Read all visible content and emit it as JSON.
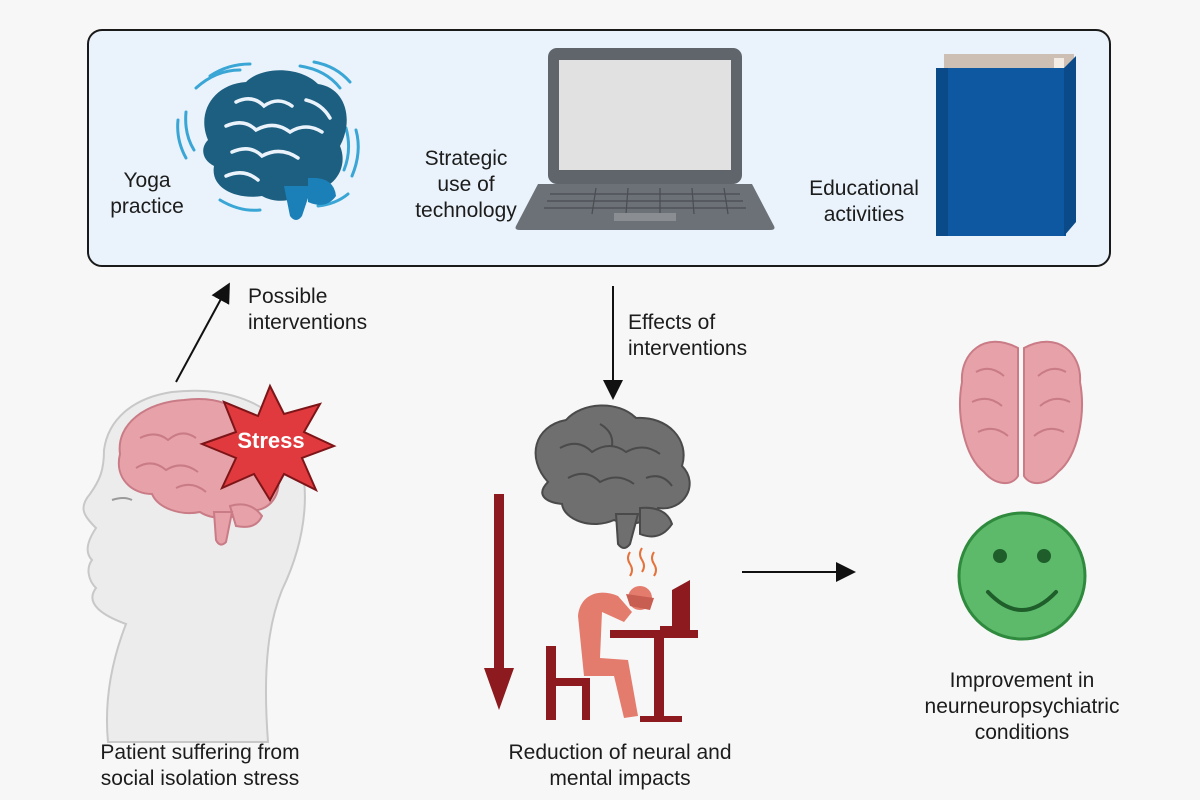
{
  "interventions_box": {
    "items": [
      {
        "label": "Yoga\npractice",
        "icon": "glowing-brain-icon",
        "color": "#1d5f80"
      },
      {
        "label": "Strategic\nuse of\ntechnology",
        "icon": "laptop-icon",
        "color": "#5b5f66"
      },
      {
        "label": "Educational\nactivities",
        "icon": "book-icon",
        "color": "#0c5aa0"
      }
    ],
    "background": "#eaf3fb",
    "border": "#1a1a1a"
  },
  "arrows": {
    "possible_interventions": "Possible\ninterventions",
    "effects_of_interventions": "Effects of\ninterventions"
  },
  "stress_badge": {
    "text": "Stress",
    "color": "#e03a3e"
  },
  "patient": {
    "caption": "Patient suffering from\nsocial isolation stress",
    "icon": "head-profile-icon"
  },
  "reduction": {
    "caption": "Reduction of neural and\nmental impacts",
    "icon": "stressed-person-icon",
    "arrow_color": "#8c1a1e"
  },
  "improvement": {
    "caption": "Improvement in\nneurneuropsychiatric\nconditions",
    "icon": "smiley-face-icon",
    "face_color": "#5cba6a"
  }
}
